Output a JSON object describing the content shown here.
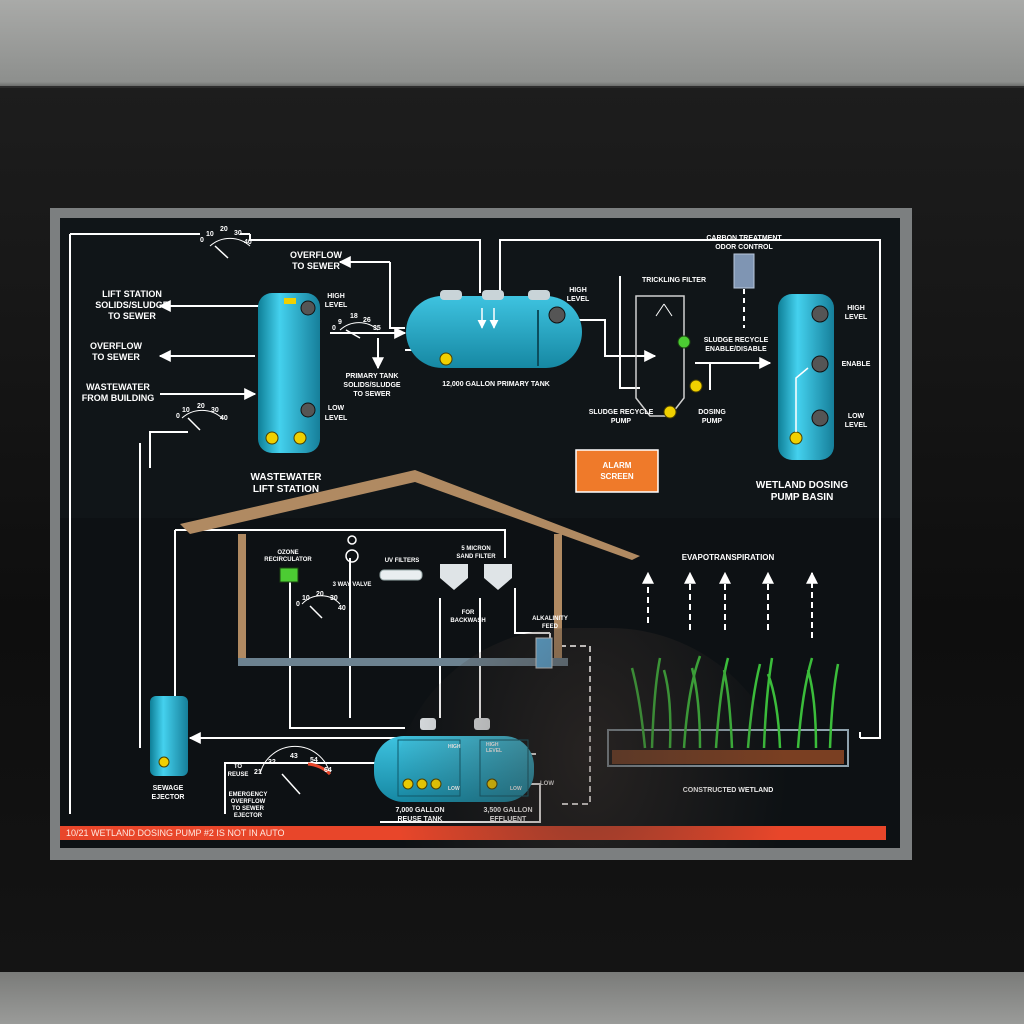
{
  "labels": {
    "lift_station_solids": [
      "LIFT STATION",
      "SOLIDS/SLUDGE",
      "TO SEWER"
    ],
    "overflow_to_sewer_left": [
      "OVERFLOW",
      "TO SEWER"
    ],
    "wastewater_from_building": [
      "WASTEWATER",
      "FROM BUILDING"
    ],
    "overflow_to_sewer_top": [
      "OVERFLOW",
      "TO SEWER"
    ],
    "lift_station_high": [
      "HIGH",
      "LEVEL"
    ],
    "lift_station_low": [
      "LOW",
      "LEVEL"
    ],
    "lift_station_title": [
      "WASTEWATER",
      "LIFT STATION"
    ],
    "primary_tank_solids": [
      "PRIMARY TANK",
      "SOLIDS/SLUDGE",
      "TO SEWER"
    ],
    "primary_tank_title": "12,000 GALLON PRIMARY TANK",
    "primary_tank_high": [
      "HIGH",
      "LEVEL"
    ],
    "carbon_treatment": [
      "CARBON TREATMENT",
      "ODOR CONTROL"
    ],
    "trickling_filter": "TRICKLING FILTER",
    "sludge_recycle_enable": [
      "SLUDGE RECYCLE",
      "ENABLE/DISABLE"
    ],
    "sludge_recycle_pump": [
      "SLUDGE RECYCLE",
      "PUMP"
    ],
    "dosing_pump": [
      "DOSING",
      "PUMP"
    ],
    "wetland_high": [
      "HIGH",
      "LEVEL"
    ],
    "wetland_enable": "ENABLE",
    "wetland_low": [
      "LOW",
      "LEVEL"
    ],
    "wetland_title": [
      "WETLAND DOSING",
      "PUMP BASIN"
    ],
    "alarm_screen": [
      "ALARM",
      "SCREEN"
    ],
    "evapotranspiration": "EVAPOTRANSPIRATION",
    "ozone_recirculator": [
      "OZONE",
      "RECIRCULATOR"
    ],
    "three_way_valve": "3 WAY VALVE",
    "uv_filters": "UV FILTERS",
    "sand_filter": [
      "5 MICRON",
      "SAND FILTER"
    ],
    "for_backwash": [
      "FOR",
      "BACKWASH"
    ],
    "alkalinity_feed": [
      "ALKALINITY",
      "FEED"
    ],
    "sewage_ejector": [
      "SEWAGE",
      "EJECTOR"
    ],
    "to_reuse": [
      "TO",
      "REUSE"
    ],
    "emergency_overflow": [
      "EMERGENCY",
      "OVERFLOW",
      "TO SEWER",
      "EJECTOR"
    ],
    "reuse_tank": [
      "7,000 GALLON",
      "REUSE TANK"
    ],
    "effluent_tank": [
      "3,500 GALLON",
      "EFFLUENT"
    ],
    "reuse_high": "HIGH",
    "reuse_low": "LOW",
    "effluent_high": [
      "HIGH",
      "LEVEL"
    ],
    "effluent_low": "LOW",
    "low_outside": "LOW",
    "constructed_wetland": "CONSTRUCTED WETLAND"
  },
  "gauges": {
    "gauge_top": {
      "ticks": [
        "0",
        "10",
        "20",
        "30",
        "40"
      ]
    },
    "gauge_lift": {
      "ticks": [
        "0",
        "10",
        "20",
        "30",
        "40"
      ]
    },
    "gauge_primary": {
      "ticks": [
        "0",
        "9",
        "18",
        "26",
        "35"
      ]
    },
    "gauge_house": {
      "ticks": [
        "0",
        "10",
        "20",
        "30",
        "40"
      ]
    },
    "gauge_reuse": {
      "ticks": [
        "21",
        "32",
        "43",
        "54",
        "64"
      ]
    }
  },
  "status_bar": {
    "message": "10/21 WETLAND DOSING PUMP #2 IS NOT IN AUTO"
  },
  "colors": {
    "tank_fill": "#29b6d6",
    "alarm_bar": "#e8462a",
    "alarm_button": "#ef7a2a",
    "pump_yellow": "#f0d000",
    "pump_green": "#4ccc33",
    "house_roof": "#b08a62"
  }
}
